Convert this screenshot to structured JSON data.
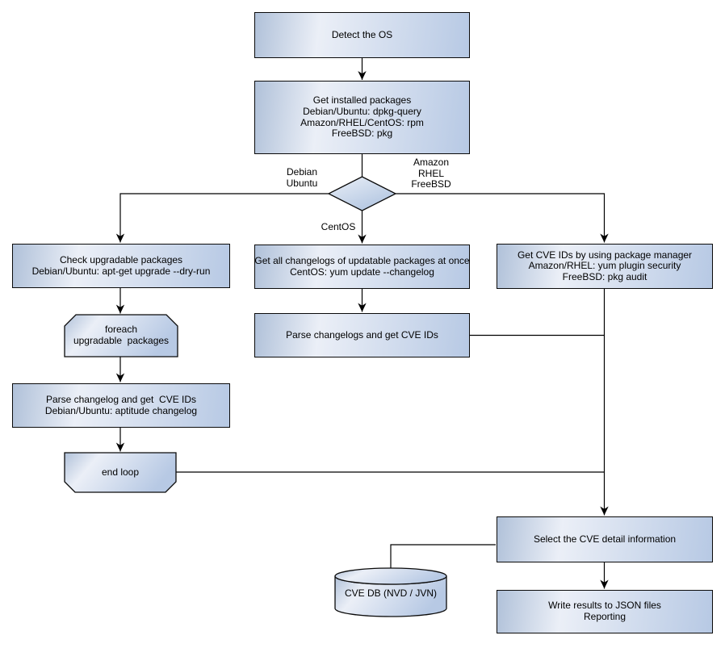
{
  "nodes": {
    "detect_os": {
      "label": "Detect the OS"
    },
    "get_installed_packages": {
      "label": "Get installed packages\nDebian/Ubuntu: dpkg-query\nAmazon/RHEL/CentOS: rpm\nFreeBSD: pkg"
    },
    "check_upgradable_packages": {
      "label": "Check upgradable packages\nDebian/Ubuntu: apt-get upgrade --dry-run"
    },
    "foreach_loop_start": {
      "label": "foreach\nupgradable  packages"
    },
    "parse_changelog_debian": {
      "label": "Parse changelog and get  CVE IDs\nDebian/Ubuntu: aptitude changelog"
    },
    "end_loop": {
      "label": "end loop"
    },
    "get_all_changelogs": {
      "label": "Get all changelogs of updatable packages at once\nCentOS: yum update --changelog"
    },
    "parse_changelogs_centos": {
      "label": "Parse changelogs and get CVE IDs"
    },
    "get_cve_ids_pkg_manager": {
      "label": "Get CVE IDs by using package manager\nAmazon/RHEL: yum plugin security\nFreeBSD: pkg audit"
    },
    "select_cve_detail": {
      "label": "Select the CVE detail information"
    },
    "write_results": {
      "label": "Write results to JSON files\nReporting"
    },
    "cve_db": {
      "label": "CVE DB (NVD / JVN)"
    }
  },
  "edge_labels": {
    "left_branch": "Debian\nUbuntu",
    "right_branch": "Amazon\nRHEL\nFreeBSD",
    "bottom_branch": "CentOS"
  },
  "colors": {
    "node_fill_dark": "#b0c1d9",
    "node_fill_light": "#ebeff7",
    "node_fill_edge": "#b7c9e4",
    "node_border": "#0a0a0a",
    "connector": "#000000",
    "text": "#000000",
    "background": "#ffffff"
  }
}
